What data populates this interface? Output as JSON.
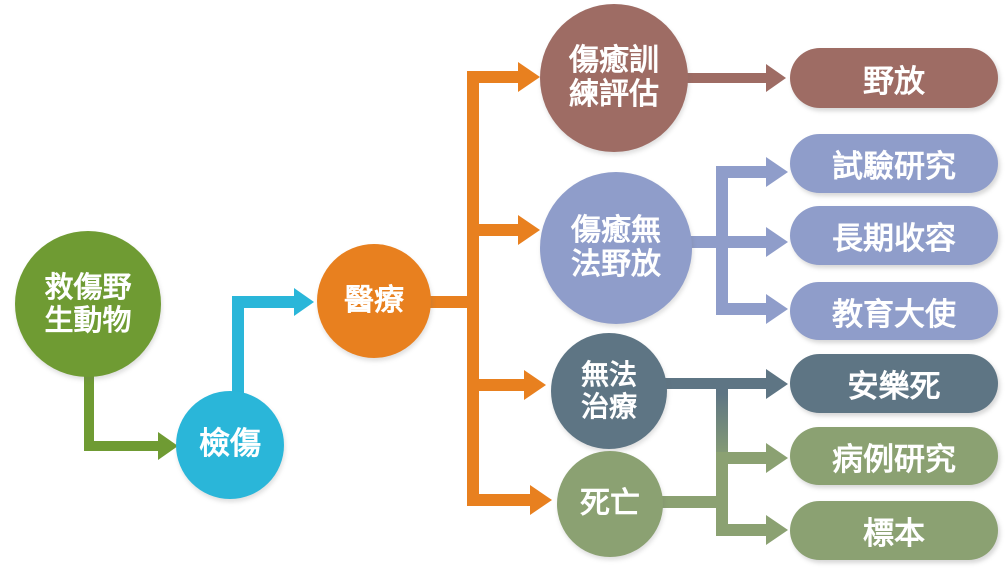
{
  "colors": {
    "green": "#6f9b33",
    "cyan": "#2ab6d9",
    "orange": "#e8801f",
    "brown": "#9e6c64",
    "periwinkle": "#8f9dca",
    "slate": "#5e7584",
    "sage": "#8ba172",
    "text": "#ffffff",
    "background": "#ffffff"
  },
  "nodes": {
    "rescue": {
      "line1": "救傷野",
      "line2": "生動物"
    },
    "triage": {
      "label": "檢傷"
    },
    "medical": {
      "label": "醫療"
    },
    "healed_training": {
      "line1": "傷癒訓",
      "line2": "練評估"
    },
    "healed_unreleasable": {
      "line1": "傷癒無",
      "line2": "法野放"
    },
    "untreatable": {
      "line1": "無法",
      "line2": "治療"
    },
    "death": {
      "label": "死亡"
    },
    "release": {
      "label": "野放"
    },
    "trial_research": {
      "label": "試驗研究"
    },
    "long_term_housing": {
      "label": "長期收容"
    },
    "education_ambassador": {
      "label": "教育大使"
    },
    "euthanasia": {
      "label": "安樂死"
    },
    "case_study": {
      "label": "病例研究"
    },
    "specimen": {
      "label": "標本"
    }
  }
}
